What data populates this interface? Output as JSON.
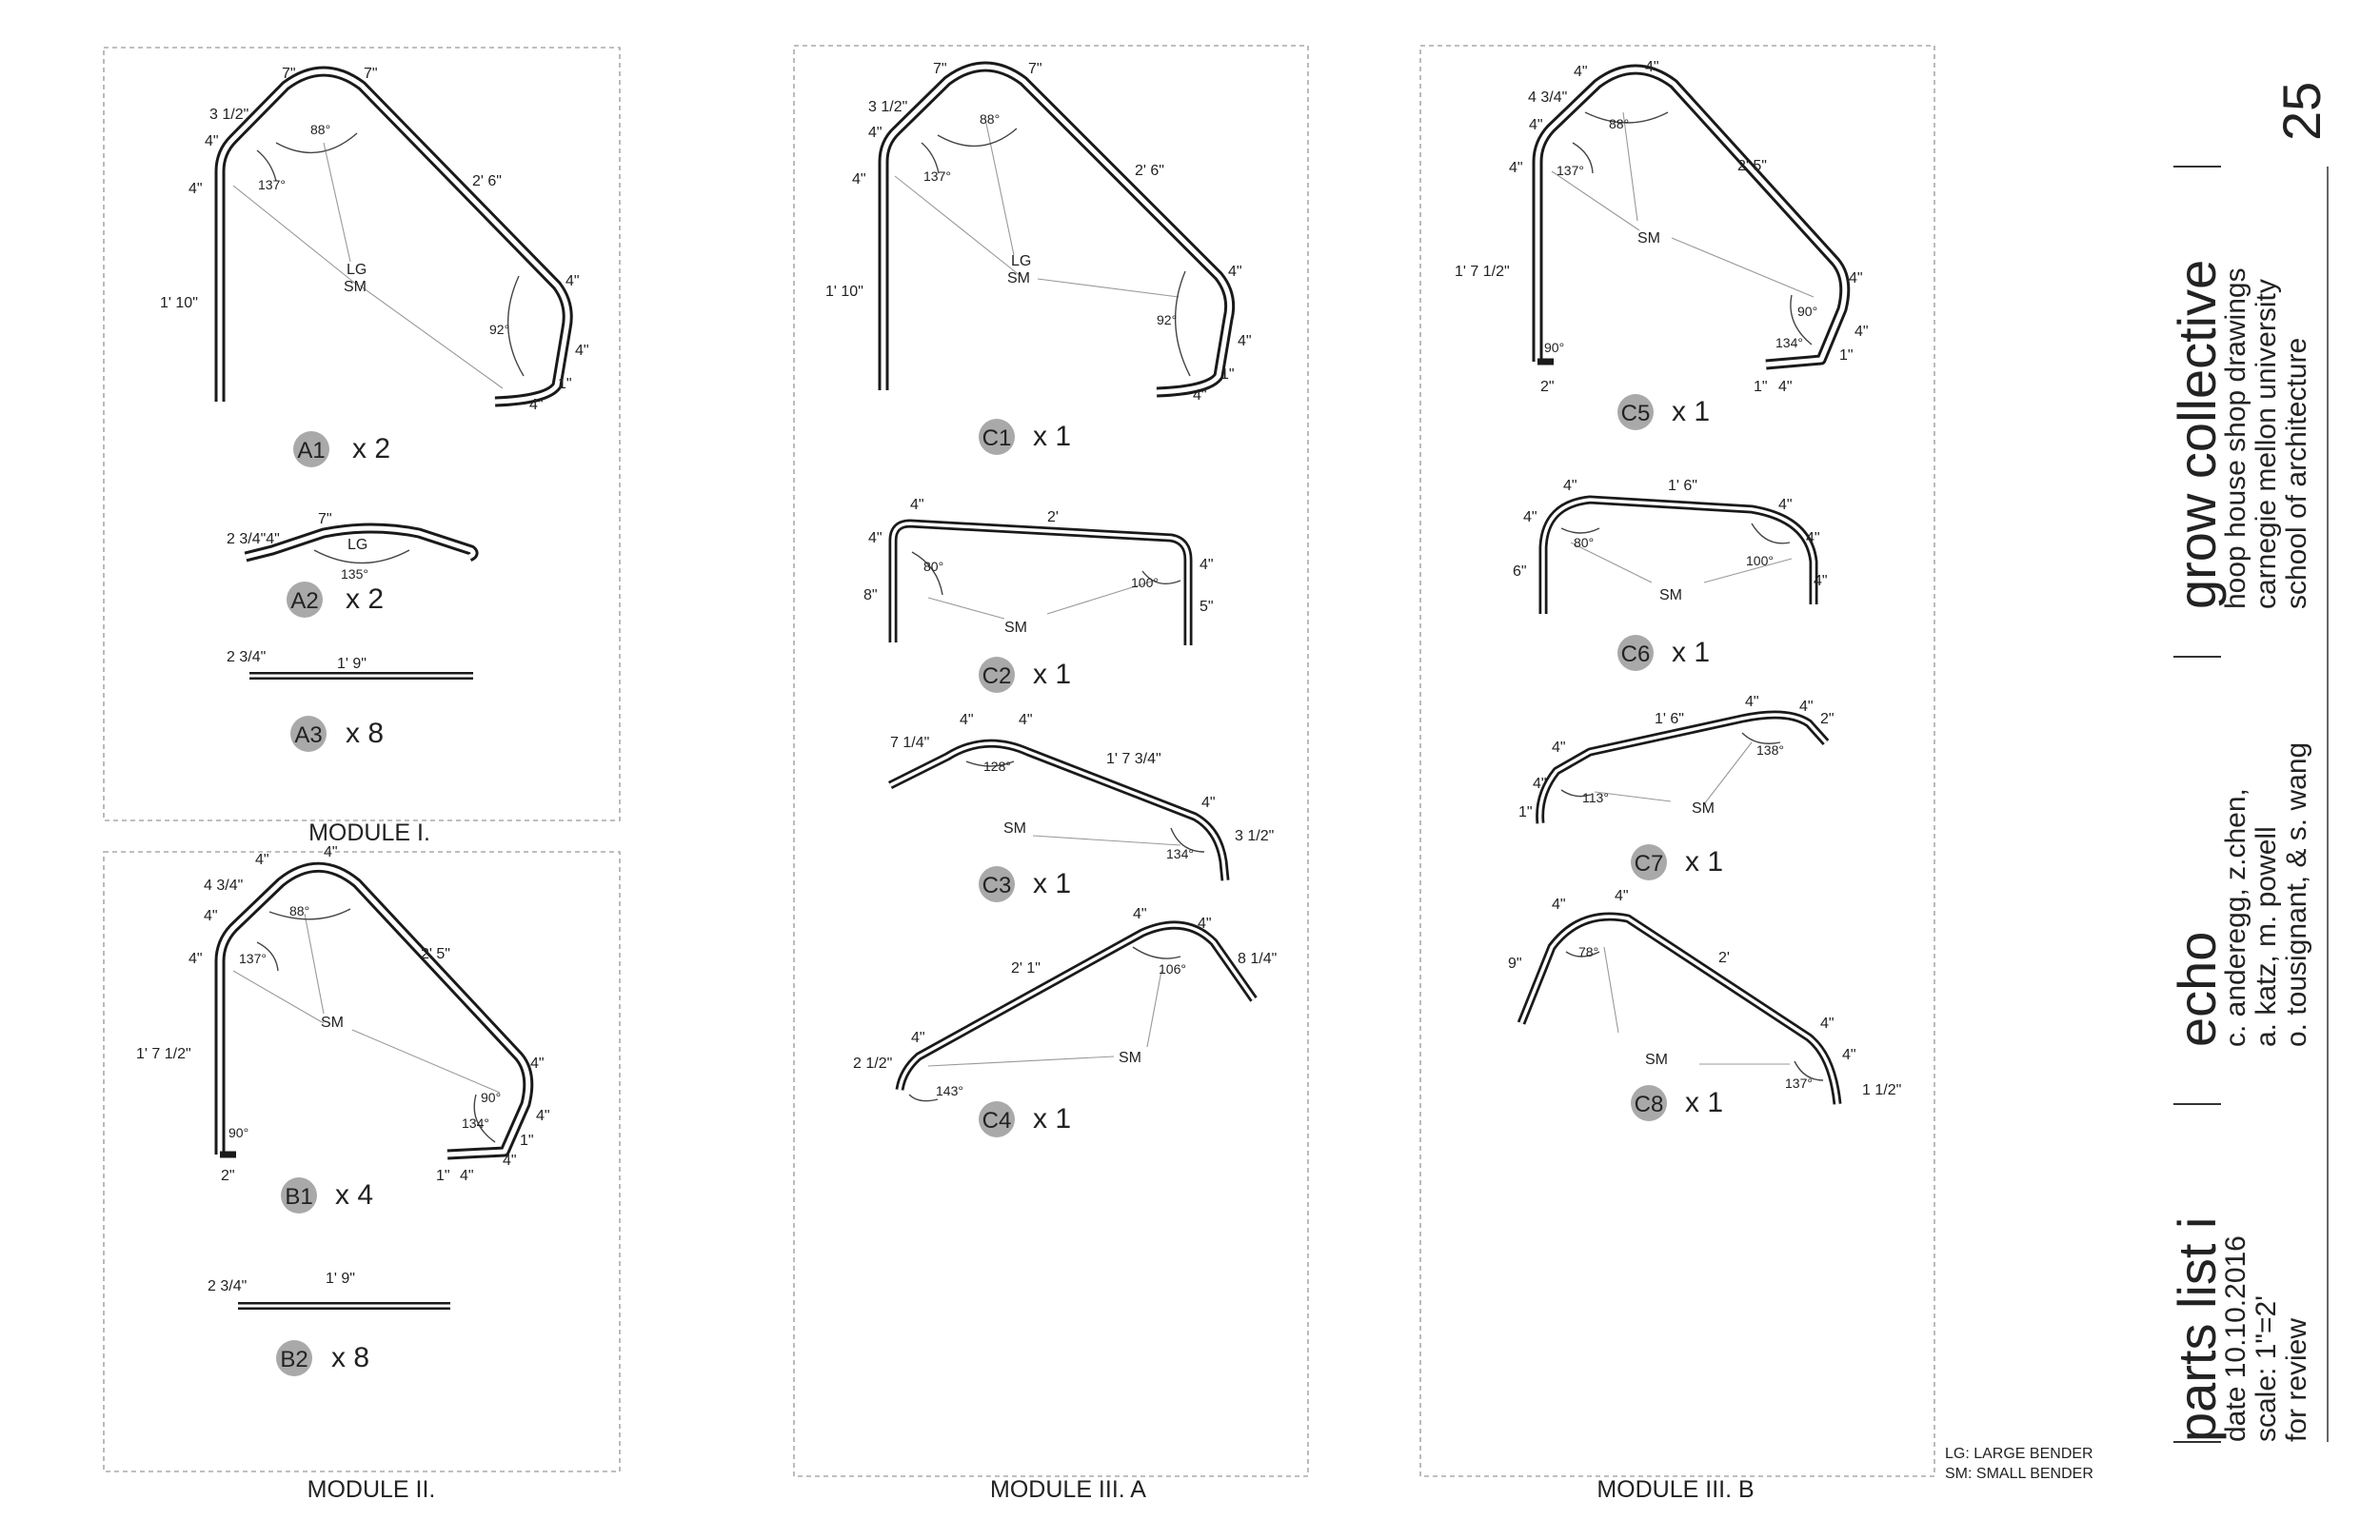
{
  "modules": {
    "m1": {
      "label": "MODULE I.",
      "parts": {
        "a1": {
          "id": "A1",
          "qty": "x 2",
          "dims": {
            "top_l": "7\"",
            "top_r": "7\"",
            "shoulder": "3 1/2\"",
            "left_a": "4\"",
            "left_b": "4\"",
            "vertical": "1' 10\"",
            "diag": "2' 6\"",
            "right_a": "4\"",
            "right_b": "4\"",
            "right_c": "1\"",
            "bottom": "4\""
          },
          "angles": {
            "a1": "88°",
            "a2": "137°",
            "a3": "92°"
          },
          "bender_1": "LG",
          "bender_2": "SM"
        },
        "a2": {
          "id": "A2",
          "qty": "x 2",
          "dims": {
            "left": "2 3/4\"4\"",
            "top": "7\""
          },
          "angles": {
            "a1": "135°"
          },
          "bender": "LG"
        },
        "a3": {
          "id": "A3",
          "qty": "x 8",
          "dims": {
            "left": "2 3/4\"",
            "length": "1' 9\""
          }
        }
      }
    },
    "m2": {
      "label": "MODULE II.",
      "parts": {
        "b1": {
          "id": "B1",
          "qty": "x 4",
          "dims": {
            "top_l": "4\"",
            "top_r": "4\"",
            "shoulder": "4 3/4\"",
            "left_a": "4\"",
            "left_b": "4\"",
            "vertical": "1' 7 1/2\"",
            "diag": "2' 5\"",
            "right_a": "4\"",
            "right_b": "4\"",
            "right_c": "1\"",
            "bot_l": "1\"",
            "bot_r": "4\"",
            "bot_r2": "4\"",
            "foot": "2\""
          },
          "angles": {
            "a1": "88°",
            "a2": "137°",
            "a3": "90°",
            "a4": "134°",
            "a5": "90°"
          },
          "bender": "SM"
        },
        "b2": {
          "id": "B2",
          "qty": "x 8",
          "dims": {
            "left": "2 3/4\"",
            "length": "1' 9\""
          }
        }
      }
    },
    "m3a": {
      "label": "MODULE III. A",
      "parts": {
        "c1": {
          "id": "C1",
          "qty": "x 1",
          "dims": {
            "top_l": "7\"",
            "top_r": "7\"",
            "shoulder": "3 1/2\"",
            "left_a": "4\"",
            "left_b": "4\"",
            "vertical": "1' 10\"",
            "diag": "2' 6\"",
            "right_a": "4\"",
            "right_b": "4\"",
            "right_c": "1\"",
            "bottom": "4\""
          },
          "angles": {
            "a1": "88°",
            "a2": "137°",
            "a3": "92°"
          },
          "bender_1": "LG",
          "bender_2": "SM"
        },
        "c2": {
          "id": "C2",
          "qty": "x 1",
          "dims": {
            "top_l": "4\"",
            "top": "2'",
            "left_a": "4\"",
            "left_b": "8\"",
            "right_a": "4\"",
            "right_b": "5\""
          },
          "angles": {
            "a1": "80°",
            "a2": "100°"
          },
          "bender": "SM"
        },
        "c3": {
          "id": "C3",
          "qty": "x 1",
          "dims": {
            "left": "7 1/4\"",
            "top_l": "4\"",
            "top_r": "4\"",
            "diag": "1' 7 3/4\"",
            "right_a": "4\"",
            "right_b": "3 1/2\""
          },
          "angles": {
            "a1": "128°",
            "a2": "134°"
          },
          "bender": "SM"
        },
        "c4": {
          "id": "C4",
          "qty": "x 1",
          "dims": {
            "top_l": "4\"",
            "top_r": "4\"",
            "diag": "2' 1\"",
            "right": "8 1/4\"",
            "left_a": "4\"",
            "left_b": "2 1/2\""
          },
          "angles": {
            "a1": "106°",
            "a2": "143°"
          },
          "bender": "SM"
        }
      }
    },
    "m3b": {
      "label": "MODULE III. B",
      "parts": {
        "c5": {
          "id": "C5",
          "qty": "x 1",
          "dims": {
            "top_l": "4\"",
            "top_r": "4\"",
            "shoulder": "4 3/4\"",
            "left_a": "4\"",
            "left_b": "4\"",
            "vertical": "1' 7 1/2\"",
            "diag": "2' 5\"",
            "right_a": "4\"",
            "right_b": "4\"",
            "right_c": "1\"",
            "bot_l": "1\"",
            "bot_r": "4\"",
            "foot": "2\""
          },
          "angles": {
            "a1": "88°",
            "a2": "137°",
            "a3": "90°",
            "a4": "134°",
            "a5": "90°"
          },
          "bender": "SM"
        },
        "c6": {
          "id": "C6",
          "qty": "x 1",
          "dims": {
            "top_l": "4\"",
            "top": "1' 6\"",
            "top_r": "4\"",
            "left_a": "4\"",
            "left_b": "6\"",
            "right_a": "4\"",
            "right_b": "4\""
          },
          "angles": {
            "a1": "80°",
            "a2": "100°"
          },
          "bender": "SM"
        },
        "c7": {
          "id": "C7",
          "qty": "x 1",
          "dims": {
            "top": "1' 6\"",
            "top_r1": "4\"",
            "top_r2": "4\"",
            "right": "2\"",
            "left_a": "4\"",
            "left_b": "4\"",
            "left_c": "1\""
          },
          "angles": {
            "a1": "138°",
            "a2": "113°"
          },
          "bender": "SM"
        },
        "c8": {
          "id": "C8",
          "qty": "x 1",
          "dims": {
            "top_l": "4\"",
            "top_r": "4\"",
            "left": "9\"",
            "diag": "2'",
            "right_a": "4\"",
            "right_b": "4\"",
            "right_c": "1 1/2\""
          },
          "angles": {
            "a1": "78°",
            "a2": "137°"
          },
          "bender": "SM"
        }
      }
    }
  },
  "legend": {
    "lg": "LG: LARGE BENDER",
    "sm": "SM: SMALL BENDER"
  },
  "title_block": {
    "page_number": "25",
    "project": "grow collective",
    "project_lines": [
      "hoop house shop drawings",
      "carnegie mellon university",
      "school of architecture"
    ],
    "team": "echo",
    "team_lines": [
      "c. anderegg, z.chen,",
      "a. katz, m. powell",
      "o. tousignant, & s. wang"
    ],
    "sheet": "parts list i",
    "sheet_lines": [
      "date 10.10.2016",
      "scale: 1\"=2'",
      "for review"
    ]
  }
}
